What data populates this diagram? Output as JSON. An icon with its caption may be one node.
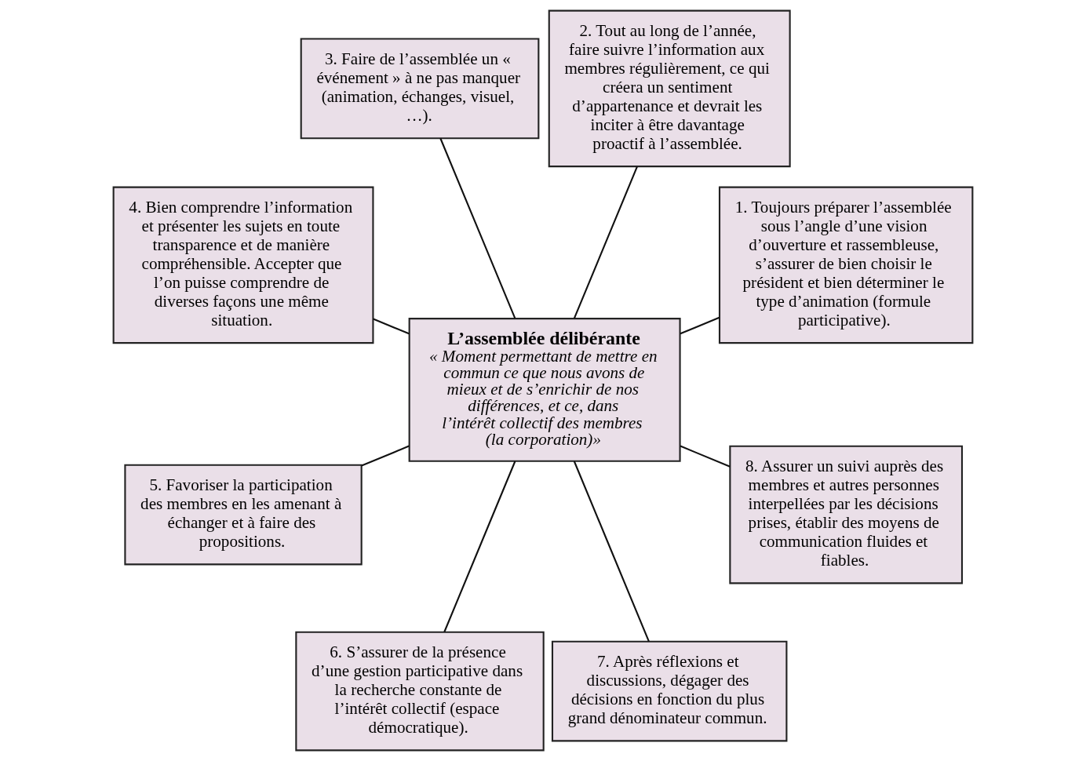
{
  "diagram": {
    "nodes": [
      {
        "text": [
          "L’assemblée délibérante",
          "« Moment permettant de mettre en commun ce que nous avons de mieux et de s’enrichir de nos différences, et ce, dans l’intérêt collectif des membres (la corporation)»"
        ]
      },
      {
        "text": [
          "1. Toujours préparer l’assemblée sous l’angle d’une vision d’ouverture et rassembleuse, s’assurer de bien choisir le président et bien déterminer le type d’animation (formule participative)."
        ]
      },
      {
        "text": [
          "2. Tout au long de l’année, faire suivre l’information aux membres régulièrement, ce qui créera un sentiment d’appartenance et devrait les inciter à être davantage proactif à l’assemblée."
        ]
      },
      {
        "text": [
          "3. Faire de l’assemblée un « événement » à ne pas manquer (animation, échanges, visuel, …)."
        ]
      },
      {
        "text": [
          "4. Bien comprendre l’information et présenter les sujets en toute transparence et de manière compréhensible. Accepter que l’on puisse comprendre de diverses façons une même situation."
        ]
      },
      {
        "text": [
          "5. Favoriser la participation des membres en les amenant à échanger et à faire des propositions."
        ]
      },
      {
        "text": [
          "6. S’assurer de la présence d’une gestion participative dans la recherche constante de l’intérêt collectif (espace démocratique)."
        ]
      },
      {
        "text": [
          "7. Après réflexions et discussions, dégager des décisions en fonction du plus grand dénominateur commun."
        ]
      },
      {
        "text": [
          "8. Assurer un suivi auprès des membres et autres personnes interpellées par les décisions prises, établir des moyens de communication fluides et fiables."
        ]
      }
    ],
    "edges": [
      {
        "from": 0,
        "to": 1,
        "arrow": "none"
      },
      {
        "from": 0,
        "to": 2,
        "arrow": "none"
      },
      {
        "from": 0,
        "to": 3,
        "arrow": "none"
      },
      {
        "from": 0,
        "to": 4,
        "arrow": "none"
      },
      {
        "from": 0,
        "to": 5,
        "arrow": "none"
      },
      {
        "from": 0,
        "to": 6,
        "arrow": "none"
      },
      {
        "from": 0,
        "to": 7,
        "arrow": "none"
      },
      {
        "from": 0,
        "to": 8,
        "arrow": "none"
      }
    ]
  }
}
